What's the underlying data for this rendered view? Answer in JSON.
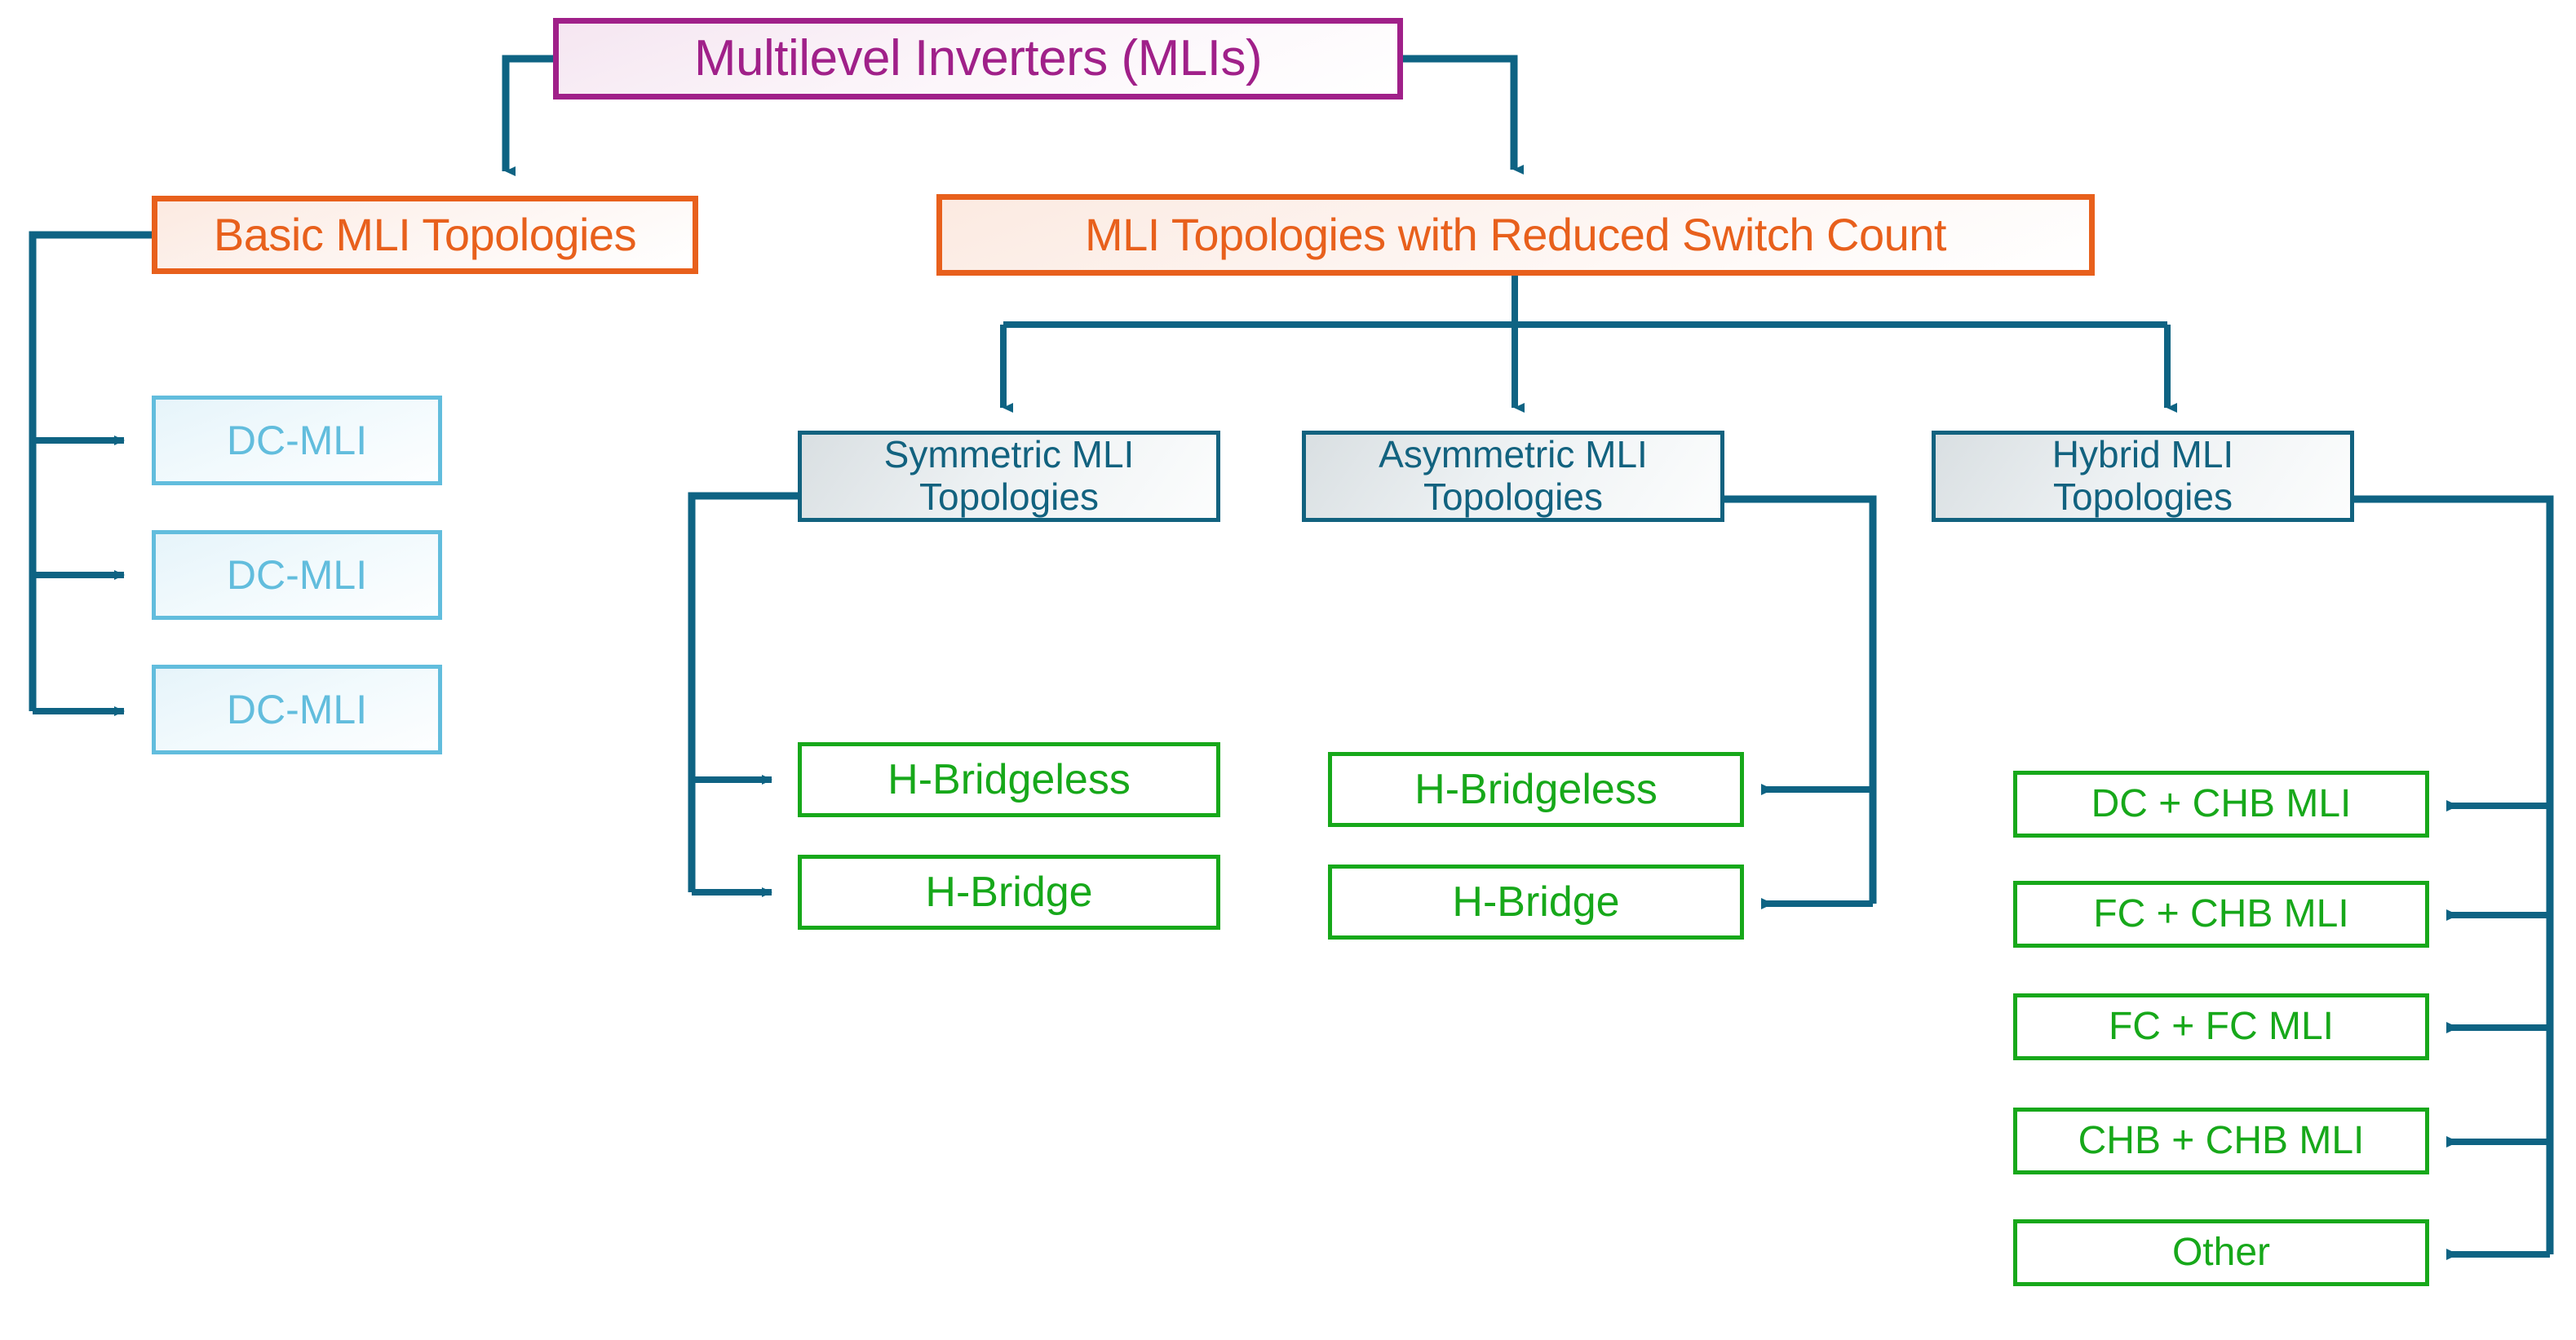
{
  "diagram": {
    "title": "Multilevel Inverters (MLIs) classification tree",
    "colors": {
      "root_purple": "#A02089",
      "level2_orange": "#E8601C",
      "dcmli_blue": "#62BDDD",
      "topology_teal": "#12627F",
      "leaf_green": "#17A81A",
      "connector_teal": "#0E6383",
      "background": "#FFFFFF"
    },
    "root": {
      "label": "Multilevel Inverters (MLIs)"
    },
    "level2": [
      {
        "id": "basic",
        "label": "Basic MLI Topologies"
      },
      {
        "id": "reduced",
        "label": "MLI Topologies with Reduced Switch Count"
      }
    ],
    "basic_children": [
      {
        "label": "DC-MLI"
      },
      {
        "label": "DC-MLI"
      },
      {
        "label": "DC-MLI"
      }
    ],
    "reduced_children": [
      {
        "id": "symmetric",
        "label": "Symmetric MLI\nTopologies"
      },
      {
        "id": "asymmetric",
        "label": "Asymmetric MLI\nTopologies"
      },
      {
        "id": "hybrid",
        "label": "Hybrid MLI\nTopologies"
      }
    ],
    "symmetric_children": [
      {
        "label": "H-Bridgeless"
      },
      {
        "label": "H-Bridge"
      }
    ],
    "asymmetric_children": [
      {
        "label": "H-Bridgeless"
      },
      {
        "label": "H-Bridge"
      }
    ],
    "hybrid_children": [
      {
        "label": "DC + CHB MLI"
      },
      {
        "label": "FC + CHB MLI"
      },
      {
        "label": "FC + FC  MLI"
      },
      {
        "label": "CHB + CHB MLI"
      },
      {
        "label": "Other"
      }
    ]
  }
}
